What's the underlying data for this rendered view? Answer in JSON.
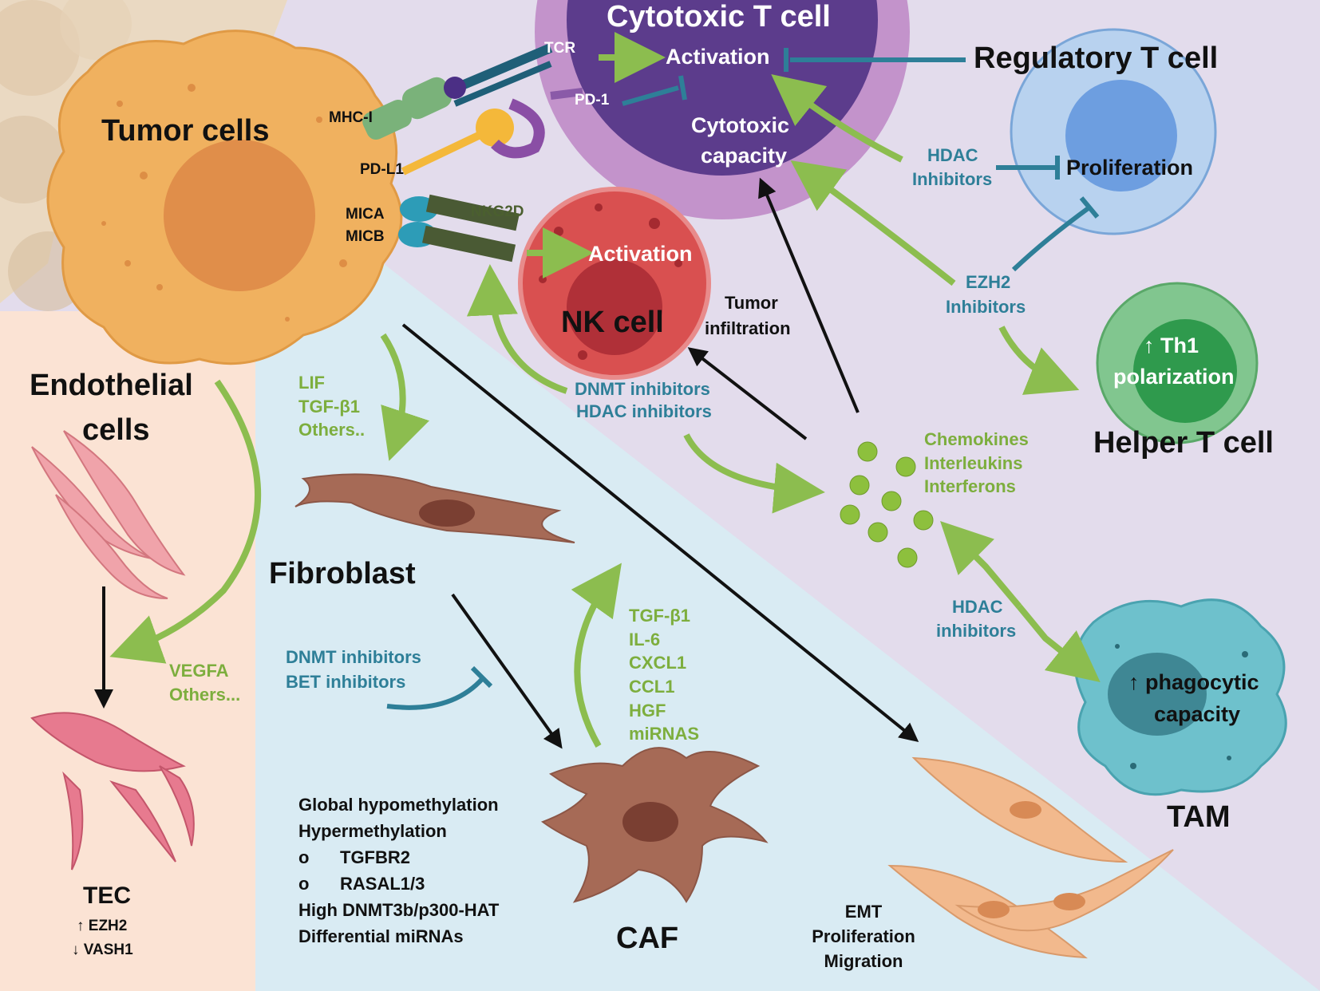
{
  "cells": {
    "tumor": "Tumor cells",
    "cytotoxic": "Cytotoxic T cell",
    "regulatory": "Regulatory T cell",
    "nk": "NK cell",
    "helper": "Helper T cell",
    "tam": "TAM",
    "endothelial_1": "Endothelial",
    "endothelial_2": "cells",
    "fibroblast": "Fibroblast",
    "caf": "CAF",
    "tec": "TEC"
  },
  "receptors": {
    "mhc": "MHC-I",
    "pdl1": "PD-L1",
    "mica": "MICA",
    "micb": "MICB",
    "tcr": "TCR",
    "pd1": "PD-1",
    "nkg2d": "NKG2D"
  },
  "labels": {
    "activation_t": "Activation",
    "cytotoxic_cap_1": "Cytotoxic",
    "cytotoxic_cap_2": "capacity",
    "activation_nk": "Activation",
    "proliferation": "Proliferation",
    "th1_1": "↑ Th1",
    "th1_2": "polarization",
    "phago_1": "↑ phagocytic",
    "phago_2": "capacity",
    "tumor_infiltration_1": "Tumor",
    "tumor_infiltration_2": "infiltration"
  },
  "drugs": {
    "hdac_1a": "HDAC",
    "hdac_1b": "Inhibitors",
    "ezh2_1": "EZH2",
    "ezh2_2": "Inhibitors",
    "dnmt_nk": "DNMT inhibitors",
    "hdac_nk": "HDAC inhibitors",
    "hdac_tam_1": "HDAC",
    "hdac_tam_2": "inhibitors",
    "dnmt_caf": "DNMT inhibitors",
    "bet_caf": "BET inhibitors"
  },
  "factors": {
    "tumor_fib": [
      "LIF",
      "TGF-β1",
      "Others.."
    ],
    "vegfa": [
      "VEGFA",
      "Others..."
    ],
    "caf_secreted": [
      "TGF-β1",
      "IL-6",
      "CXCL1",
      "CCL1",
      "HGF",
      "miRNAS"
    ],
    "chemokines": [
      "Chemokines",
      "Interleukins",
      "Interferons"
    ]
  },
  "notes": {
    "caf_epi": [
      "Global hypomethylation",
      "Hypermethylation",
      "o",
      "TGFBR2",
      "o",
      "RASAL1/3",
      "High DNMT3b/p300-HAT",
      "Differential miRNAs"
    ],
    "tec_1": "↑ EZH2",
    "tec_2": "↓ VASH1",
    "emt": [
      "EMT",
      "Proliferation",
      "Migration"
    ]
  },
  "colors": {
    "purple_bg": "#e3dcec",
    "blue_bg": "#d9ebf3",
    "peach_bg": "#fbe3d4",
    "tumor": "#f0b15f",
    "green": "#8cbd4f",
    "teal": "#2e7f98"
  }
}
